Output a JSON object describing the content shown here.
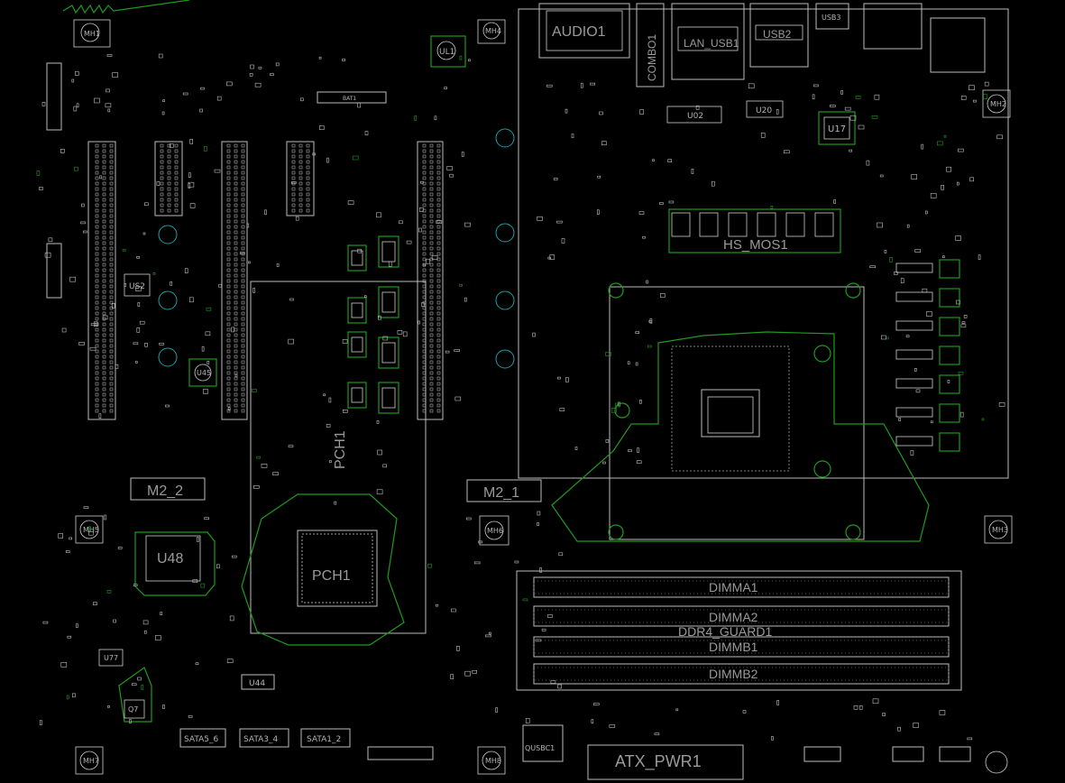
{
  "labels": {
    "audio": "AUDIO1",
    "combo": "COMBO1",
    "lan_usb": "LAN_USB1",
    "usb2": "USB2",
    "usb3": "USB3",
    "bat": "BAT1",
    "mh1": "MH1",
    "mh2": "MH2",
    "mh3": "MH3",
    "mh4": "MH4",
    "mh5": "MH5",
    "mh6": "MH6",
    "mh7": "MH7",
    "mh8": "MH8",
    "ul1": "UL1",
    "u17": "U17",
    "u48": "U48",
    "u45": "U45",
    "us2": "US2",
    "u44": "U44",
    "q7": "Q7",
    "u77": "U77",
    "m2_1": "M2_1",
    "m2_2": "M2_2",
    "pch_rot": "PCH1",
    "pch": "PCH1",
    "hs_mos": "HS_MOS1",
    "dimma1": "DIMMA1",
    "dimma2": "DIMMA2",
    "dimmb1": "DIMMB1",
    "dimmb2": "DIMMB2",
    "dimm_latch": "DDR4_GUARD1",
    "atx_pwr": "ATX_PWR1",
    "sata56": "SATA5_6",
    "sata34": "SATA3_4",
    "sata12": "SATA1_2",
    "usbc": "QUSBC1",
    "u02": "U02",
    "u20": "U20"
  }
}
